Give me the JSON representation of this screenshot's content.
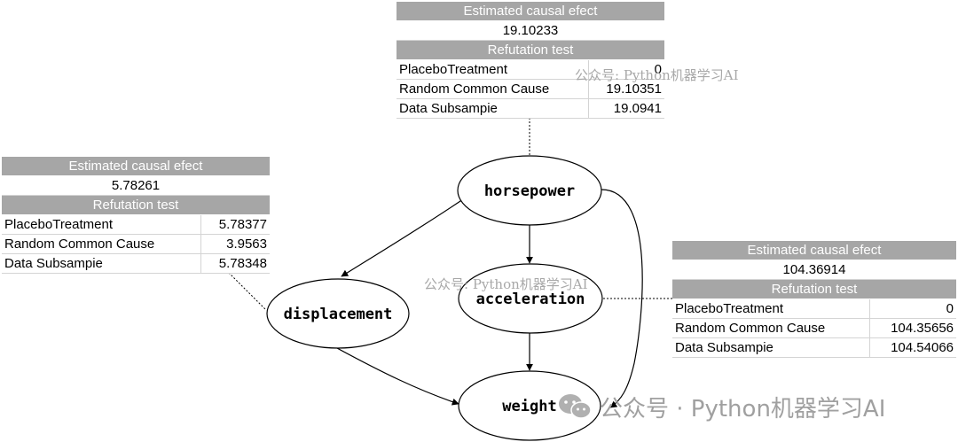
{
  "graph": {
    "nodes": {
      "horsepower": "horsepower",
      "displacement": "displacement",
      "acceleration": "acceleration",
      "weight": "weight"
    }
  },
  "tables": {
    "horsepower": {
      "header": "Estimated causal efect",
      "effect": "19.10233",
      "refutation_header": "Refutation test",
      "rows": [
        {
          "label": "PlaceboTreatment",
          "value": "0"
        },
        {
          "label": "Random Common Cause",
          "value": "19.10351"
        },
        {
          "label": "Data Subsampie",
          "value": "19.0941"
        }
      ]
    },
    "displacement": {
      "header": "Estimated causal efect",
      "effect": "5.78261",
      "refutation_header": "Refutation test",
      "rows": [
        {
          "label": "PlaceboTreatment",
          "value": "5.78377"
        },
        {
          "label": "Random Common Cause",
          "value": "3.9563"
        },
        {
          "label": "Data Subsampie",
          "value": "5.78348"
        }
      ]
    },
    "acceleration": {
      "header": "Estimated causal efect",
      "effect": "104.36914",
      "refutation_header": "Refutation test",
      "rows": [
        {
          "label": "PlaceboTreatment",
          "value": "0"
        },
        {
          "label": "Random Common Cause",
          "value": "104.35656"
        },
        {
          "label": "Data Subsampie",
          "value": "104.54066"
        }
      ]
    }
  },
  "watermarks": {
    "small_1": "公众号: Python机器学习AI",
    "small_2": "公众号: Python机器学习AI",
    "big": "公众号 · Python机器学习AI"
  }
}
